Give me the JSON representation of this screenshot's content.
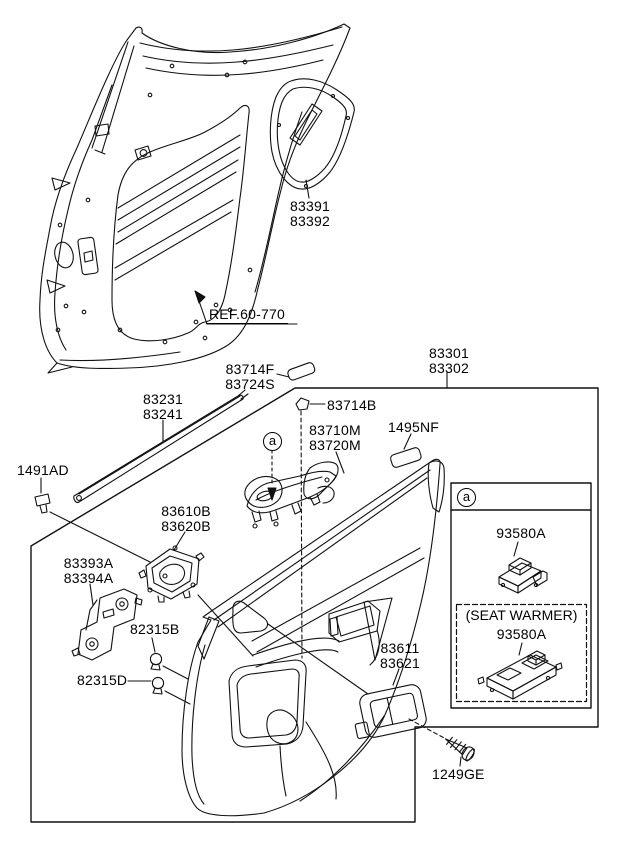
{
  "diagram": {
    "title": "Rear door trim panel & moulding parts diagram",
    "ink_color": "#000000",
    "background_color": "#ffffff",
    "labels": {
      "door_seal": {
        "line1": "83391",
        "line2": "83392"
      },
      "body_ref": {
        "text": "REF.60-770"
      },
      "trim_panel": {
        "line1": "83301",
        "line2": "83302"
      },
      "gasket": {
        "line1": "83714F",
        "line2": "83724S"
      },
      "clip_83714b": {
        "text": "83714B"
      },
      "handle_assy": {
        "line1": "83710M",
        "line2": "83720M"
      },
      "pad": {
        "text": "1495NF"
      },
      "belt_strip": {
        "line1": "83231",
        "line2": "83241"
      },
      "clip_1491ad": {
        "text": "1491AD"
      },
      "inner_handle": {
        "line1": "83610B",
        "line2": "83620B"
      },
      "mount_bracket": {
        "line1": "83393A",
        "line2": "83394A"
      },
      "clip_82315b": {
        "text": "82315B"
      },
      "clip_82315d": {
        "text": "82315D"
      },
      "bezel": {
        "line1": "83611",
        "line2": "83621"
      },
      "screw": {
        "text": "1249GE"
      },
      "callout_a": "a",
      "inset": {
        "callout": "a",
        "switch_upper": "93580A",
        "seat_warmer_caption": "(SEAT WARMER)",
        "switch_lower": "93580A"
      }
    }
  }
}
